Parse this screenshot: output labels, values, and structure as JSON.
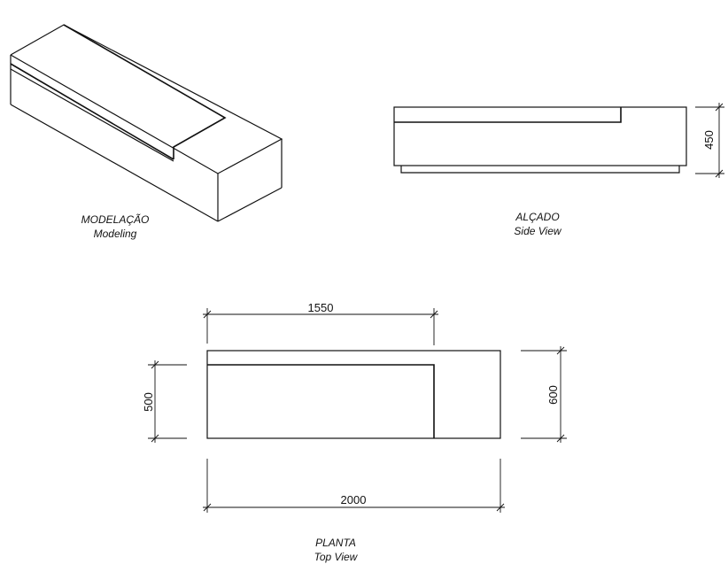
{
  "views": {
    "modeling": {
      "title": "MODELAÇÃO",
      "subtitle": "Modeling"
    },
    "side": {
      "title": "ALÇADO",
      "subtitle": "Side View"
    },
    "top": {
      "title": "PLANTA",
      "subtitle": "Top View"
    }
  },
  "dimensions": {
    "height": "450",
    "seat_length": "1550",
    "seat_depth": "500",
    "total_depth": "600",
    "total_length": "2000"
  },
  "colors": {
    "line": "#111111",
    "background": "#ffffff"
  }
}
